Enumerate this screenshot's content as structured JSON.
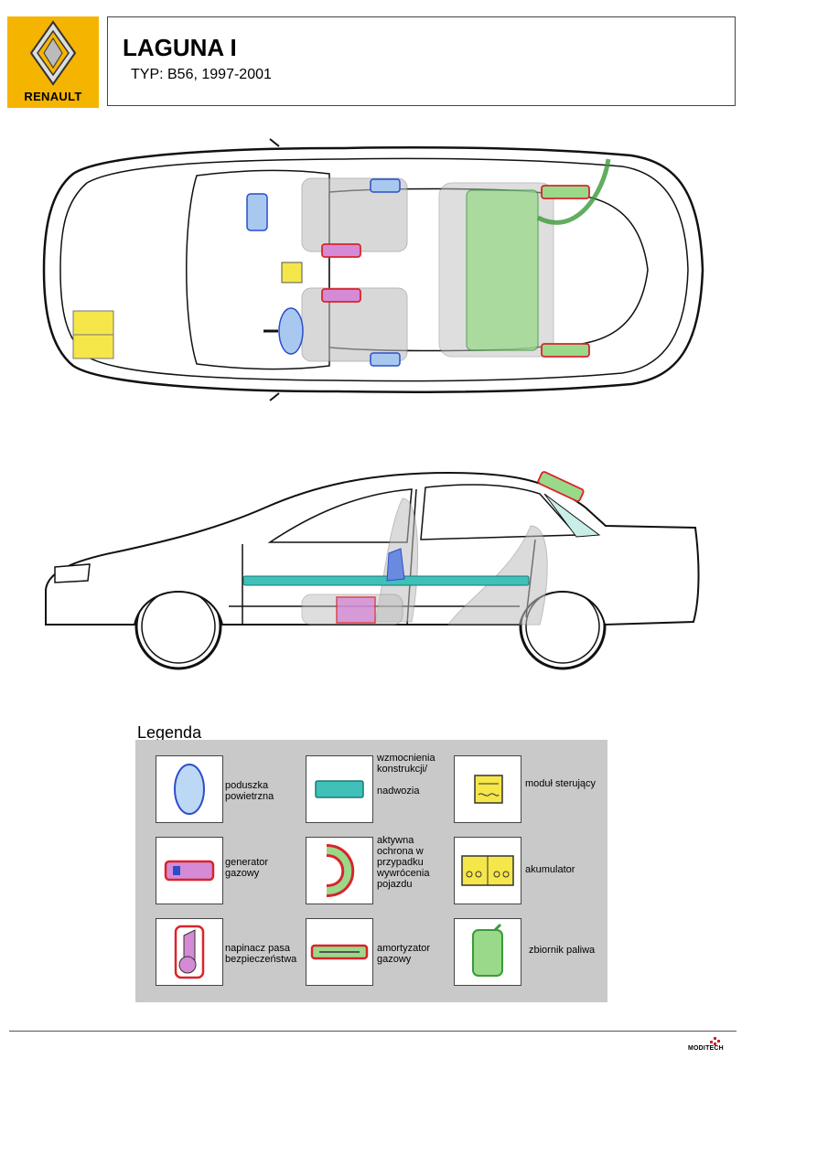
{
  "header": {
    "brand": "RENAULT",
    "model": "LAGUNA I",
    "type_line": "TYP: B56, 1997-2001"
  },
  "legend": {
    "title": "Legenda",
    "items": [
      {
        "label": "poduszka\npowietrzna",
        "icon": "airbag-icon"
      },
      {
        "label": "wzmocnienia\nkonstrukcji/\n\nnadwozia",
        "icon": "reinforcement-icon"
      },
      {
        "label": "moduł sterujący",
        "icon": "control-module-icon"
      },
      {
        "label": "generator\ngazowy",
        "icon": "gas-generator-icon"
      },
      {
        "label": "aktywna\nochrona w\nprzypadku\nwywrócenia\npojazdu",
        "icon": "rollover-protection-icon"
      },
      {
        "label": "akumulator",
        "icon": "battery-icon"
      },
      {
        "label": "napinacz pasa\nbezpieczeństwa",
        "icon": "belt-tensioner-icon"
      },
      {
        "label": "amortyzator\ngazowy",
        "icon": "gas-strut-icon"
      },
      {
        "label": "zbiornik paliwa",
        "icon": "fuel-tank-icon"
      }
    ]
  },
  "footer": {
    "logo_text": "MODITECH"
  },
  "colors": {
    "logo_bg": "#f5b400",
    "airbag": "#a8c8f0",
    "reinforcement": "#3fc0b8",
    "generator": "#d9242b",
    "battery": "#f5e64a",
    "fuel_tank": "#9ad98a",
    "tensioner": "#d58ad6"
  }
}
